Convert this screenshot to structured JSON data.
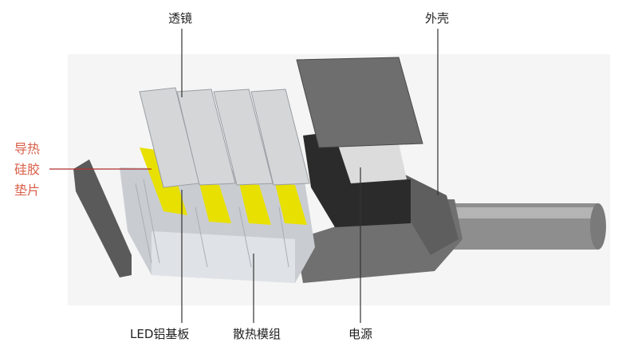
{
  "labels": {
    "lens": "透镜",
    "housing": "外壳",
    "thermal_pad_line1": "导热",
    "thermal_pad_line2": "硅胶",
    "thermal_pad_line3": "垫片",
    "led_board": "LED铝基板",
    "heatsink": "散热模组",
    "power_supply": "电源"
  },
  "colors": {
    "highlight_label": "#d9604a",
    "thermal_pad": "#e8e000",
    "leader_line": "#333333"
  }
}
